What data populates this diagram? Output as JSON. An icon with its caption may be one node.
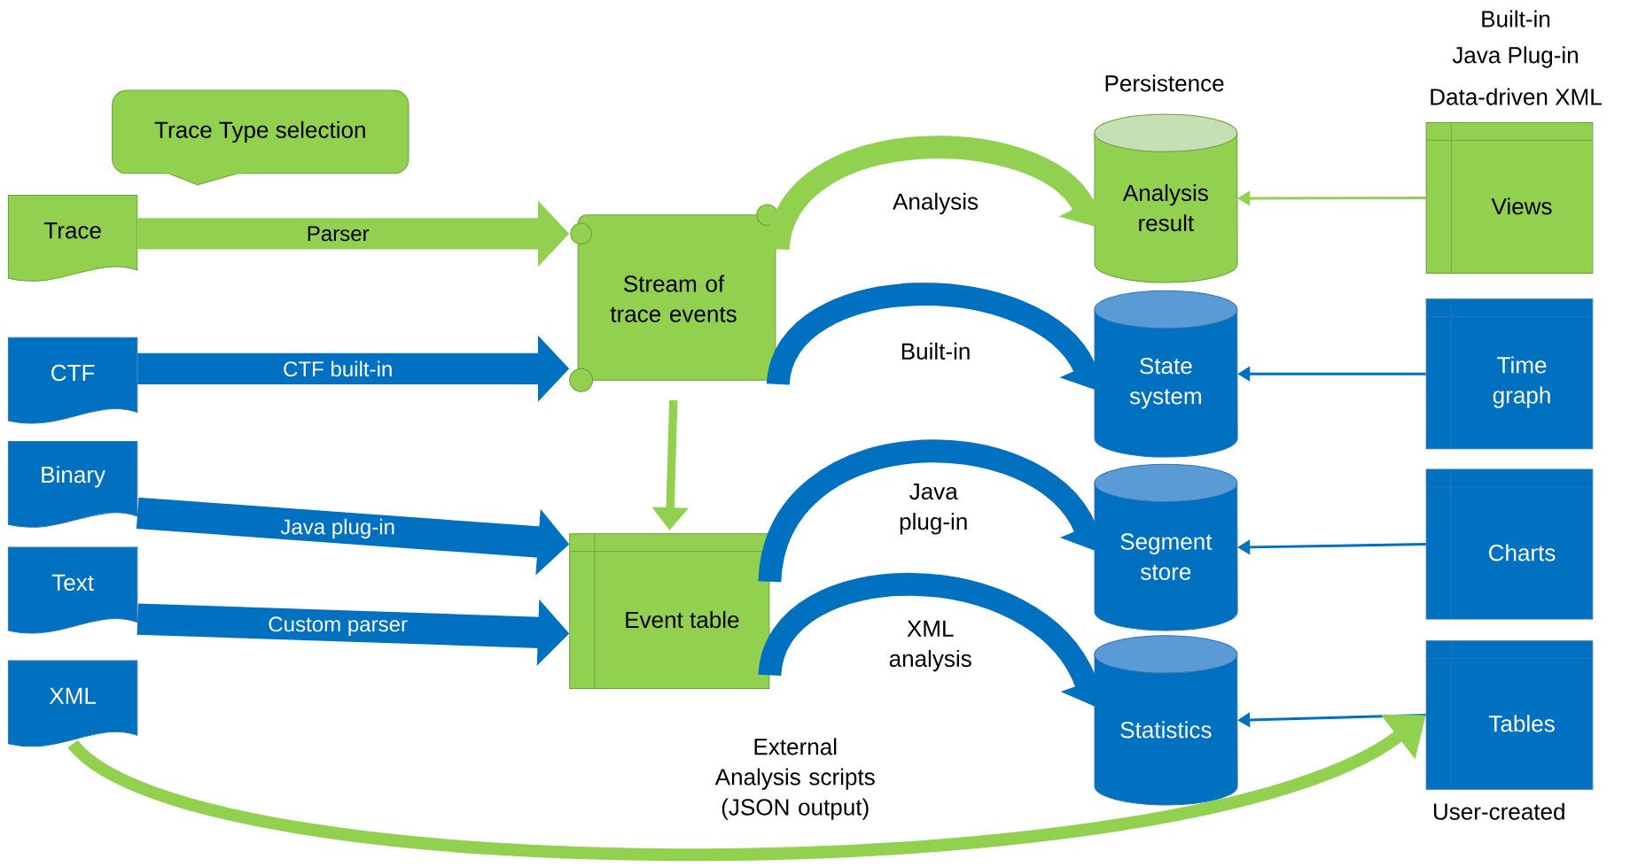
{
  "diagram": {
    "nodes": [
      {
        "text": [
          "Trace Type selection"
        ]
      },
      {
        "text": [
          "Trace"
        ]
      },
      {
        "text": [
          "CTF"
        ]
      },
      {
        "text": [
          "Binary"
        ]
      },
      {
        "text": [
          "Text"
        ]
      },
      {
        "text": [
          "XML"
        ]
      },
      {
        "text": [
          "Stream of trace events"
        ]
      },
      {
        "text": [
          "Event table"
        ]
      },
      {
        "text": [
          "Analysis result"
        ]
      },
      {
        "text": [
          "State system"
        ]
      },
      {
        "text": [
          "Segment store"
        ]
      },
      {
        "text": [
          "Statistics"
        ]
      },
      {
        "text": [
          "Views"
        ]
      },
      {
        "text": [
          "Time graph"
        ]
      },
      {
        "text": [
          "Charts"
        ]
      },
      {
        "text": [
          "Tables"
        ],
        "beside": [
          "User-created"
        ]
      }
    ],
    "edges": [
      {
        "from": 1,
        "to": 6,
        "arrow": "to",
        "label": "Parser",
        "color": "#92d050"
      },
      {
        "from": 2,
        "to": 6,
        "arrow": "to",
        "label": "CTF built-in",
        "color": "#0070c0"
      },
      {
        "from": 3,
        "to": 7,
        "arrow": "to",
        "label": "Java plug-in",
        "color": "#0070c0"
      },
      {
        "from": 4,
        "to": 7,
        "arrow": "to",
        "label": "Custom parser",
        "color": "#0070c0"
      },
      {
        "from": 6,
        "to": 7,
        "arrow": "to",
        "color": "#92d050"
      },
      {
        "from": 6,
        "to": 8,
        "arrow": "to",
        "label": "Analysis",
        "color": "#92d050"
      },
      {
        "from": 6,
        "to": 9,
        "arrow": "to",
        "label": "Built-in",
        "color": "#0070c0"
      },
      {
        "from": 7,
        "to": 10,
        "arrow": "to",
        "label": "Java plug-in",
        "color": "#0070c0"
      },
      {
        "from": 7,
        "to": 11,
        "arrow": "to",
        "label": "XML analysis",
        "color": "#0070c0"
      },
      {
        "from": 12,
        "to": 8,
        "arrow": "to",
        "color": "#92d050"
      },
      {
        "from": 13,
        "to": 9,
        "arrow": "to",
        "color": "#0070c0"
      },
      {
        "from": 14,
        "to": 10,
        "arrow": "to",
        "color": "#0070c0"
      },
      {
        "from": 15,
        "to": 11,
        "arrow": "to",
        "color": "#0070c0"
      },
      {
        "from": 5,
        "to": 15,
        "arrow": "to",
        "label": "External Analysis scripts (JSON output)",
        "color": "#92d050"
      }
    ],
    "labels": [
      "Built-in",
      "Java Plug-in",
      "Data-driven XML",
      "Persistence"
    ]
  }
}
